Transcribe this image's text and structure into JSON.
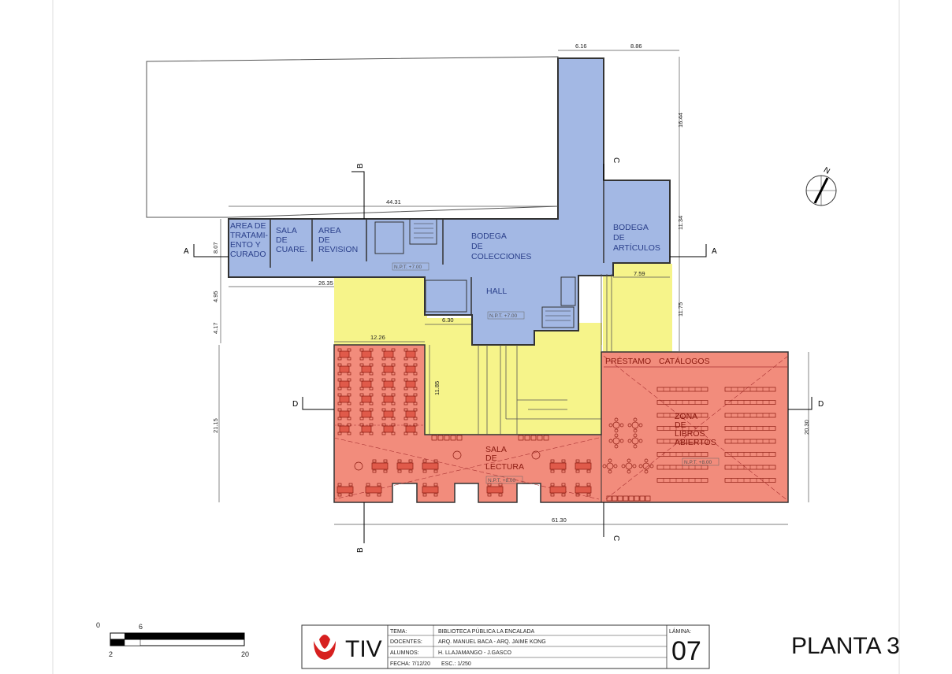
{
  "sheet": {
    "title": "PLANTA 3",
    "logo_text": "TIV",
    "lamina_label": "LÁMINA:",
    "lamina_number": "07",
    "rows": [
      {
        "label": "TEMA:",
        "value": "BIBLIOTECA PÚBLICA LA ENCALADA"
      },
      {
        "label": "DOCENTES:",
        "value": "ARQ. MANUEL BACA - ARQ. JAIME KONG"
      },
      {
        "label": "ALUMNOS:",
        "value": "H. LLAJAMANGO - J.GASCO"
      },
      {
        "label": "FECHA: 7/12/20",
        "value": "ESC.: 1/250"
      }
    ]
  },
  "scale_bar": {
    "top_labels": [
      "0",
      "6"
    ],
    "bottom_labels": [
      "2",
      "20"
    ]
  },
  "rooms": {
    "tratamiento": [
      "AREA DE",
      "TRATAMI-",
      "ENTO Y",
      "CURADO"
    ],
    "cuarentena": [
      "SALA",
      "DE",
      "CUARE."
    ],
    "revision": [
      "AREA",
      "DE",
      "REVISION"
    ],
    "colecciones": [
      "BODEGA",
      "DE",
      "COLECCIONES"
    ],
    "articulos": [
      "BODEGA",
      "DE",
      "ARTÍCULOS"
    ],
    "hall": "HALL",
    "prestamo": "PRÉSTAMO",
    "catalogos": "CATÁLOGOS",
    "zona": [
      "ZONA",
      "DE",
      "LIBROS",
      "ABIERTOS"
    ],
    "sala_lectura": [
      "SALA",
      "DE",
      "LECTURA"
    ]
  },
  "levels": [
    "N.P.T. +7.00",
    "N.P.T. +7.00",
    "N.P.T. +8.00",
    "N.P.T. +8.00"
  ],
  "dimensions": {
    "top_a": "6.16",
    "top_b": "8.86",
    "right_upper": "16.44",
    "width_upper": "44.31",
    "right_mid": "11.34",
    "left_block": "8.07",
    "mid_width": "26.35",
    "yellow_right": "7.59",
    "left_gap": "4.95",
    "inner_a": "6.30",
    "right_yellow": "11.75",
    "left_small": "4.17",
    "reading_width": "12.26",
    "inner_height": "11.85",
    "left_total": "21.15",
    "right_total": "20.30",
    "total_width": "61.30"
  },
  "section_cuts": {
    "a": "A",
    "b": "B",
    "c": "C",
    "d": "D"
  },
  "north": "N"
}
